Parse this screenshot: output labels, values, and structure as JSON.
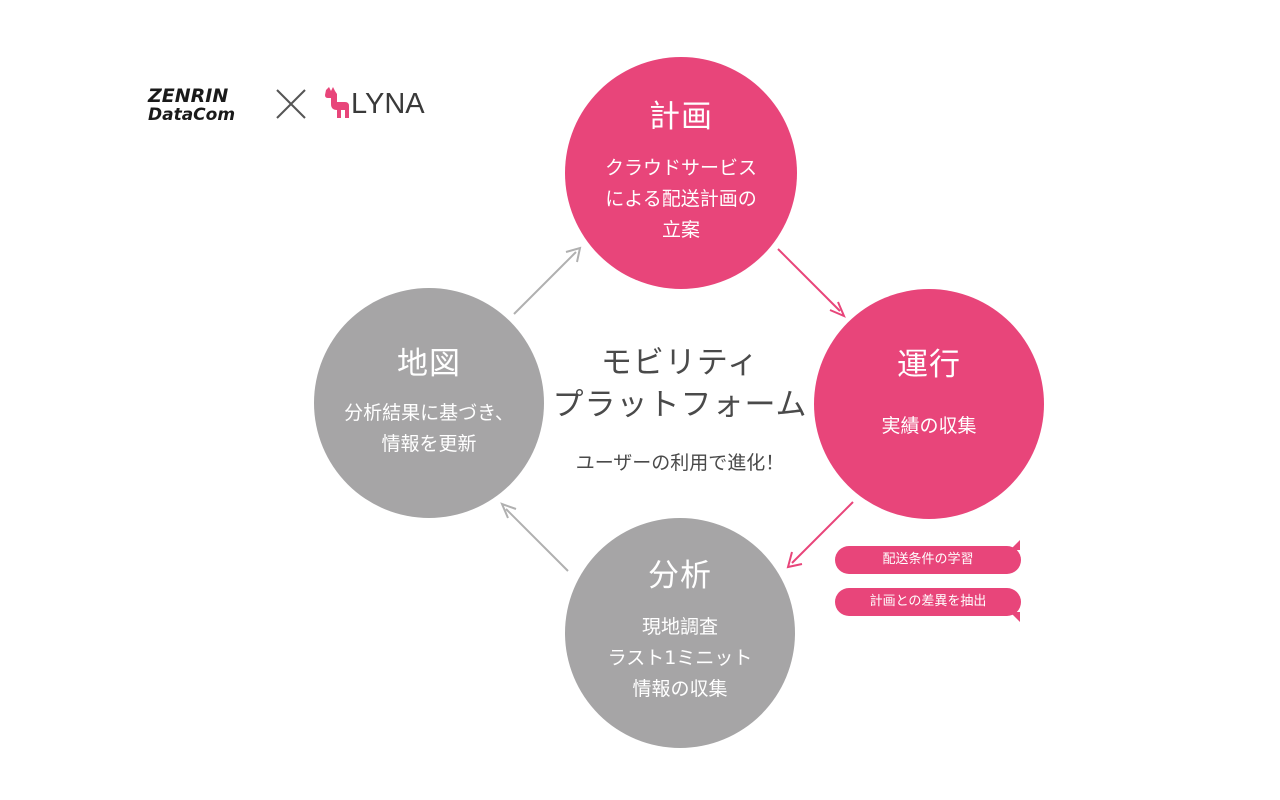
{
  "logos": {
    "zenrin_line1": "ZENRIN",
    "zenrin_line2": "DataCom",
    "lyna_text": "LYNA"
  },
  "center": {
    "title_line1": "モビリティ",
    "title_line2": "プラットフォーム",
    "subtitle": "ユーザーの利用で進化！"
  },
  "nodes": {
    "plan": {
      "title": "計画",
      "description": "クラウドサービス\nによる配送計画の\n立案",
      "color": "#e8457a"
    },
    "operate": {
      "title": "運行",
      "description": "実績の収集",
      "color": "#e8457a"
    },
    "analyze": {
      "title": "分析",
      "description": "現地調査\nラスト1ミニット\n情報の収集",
      "color": "#a6a5a6"
    },
    "map": {
      "title": "地図",
      "description": "分析結果に基づき、\n情報を更新",
      "color": "#a6a5a6"
    }
  },
  "bubbles": [
    {
      "label": "配送条件の学習"
    },
    {
      "label": "計画との差異を抽出"
    }
  ],
  "colors": {
    "accent_pink": "#e8457a",
    "gray": "#a6a5a6",
    "text_dark": "#4a4a4a"
  }
}
